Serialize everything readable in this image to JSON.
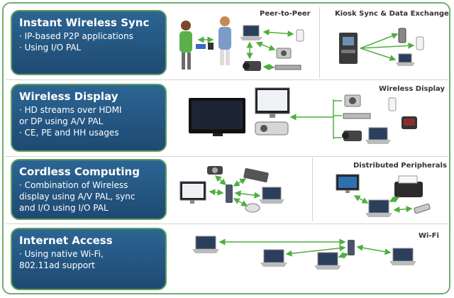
{
  "rows": [
    {
      "title": "Instant Wireless Sync",
      "bullets": [
        "· IP-based P2P applications",
        "· Using I/O PAL"
      ],
      "panels": [
        "Peer-to-Peer",
        "Kiosk Sync & Data Exchange"
      ]
    },
    {
      "title": "Wireless Display",
      "bullets": [
        "· HD streams over HDMI",
        "  or DP using A/V PAL",
        "· CE, PE and HH usages"
      ],
      "panels": [
        "Wireless Display"
      ]
    },
    {
      "title": "Cordless Computing",
      "bullets": [
        "· Combination of Wireless",
        "  display using A/V PAL, sync",
        "  and I/O using I/O PAL"
      ],
      "panels": [
        "Distributed Peripherals"
      ]
    },
    {
      "title": "Internet Access",
      "bullets": [
        "· Using native Wi-Fi,",
        "  802.11ad support"
      ],
      "panels": [
        "Wi-Fi"
      ]
    }
  ],
  "colors": {
    "box": "#1e4a72",
    "border": "#5f9f5f",
    "arrow": "#4fae3f"
  }
}
